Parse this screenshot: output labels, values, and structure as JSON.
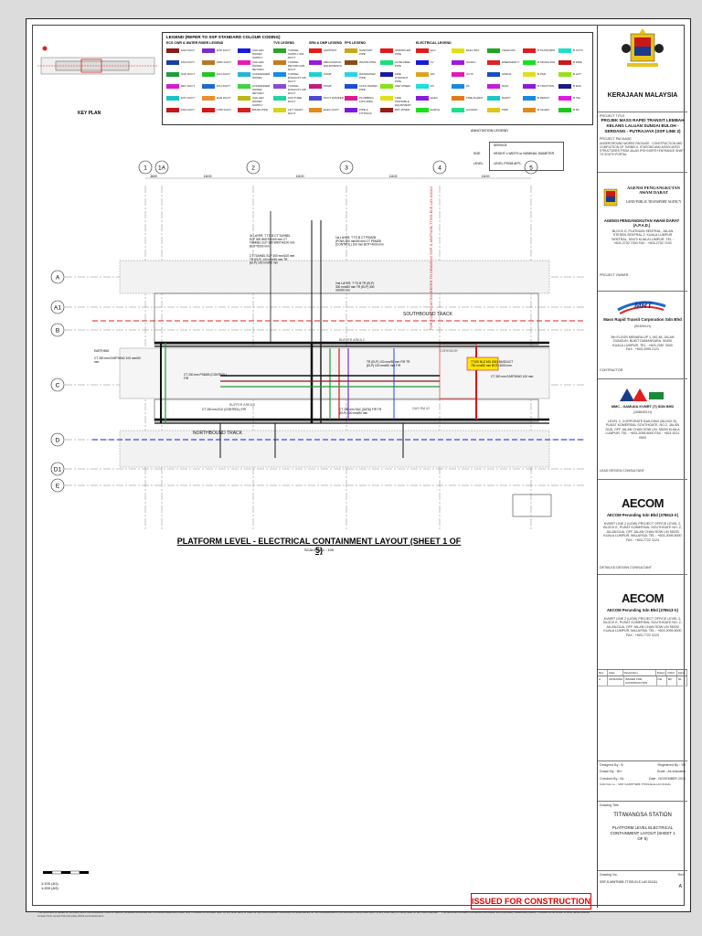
{
  "key_plan": {
    "label": "KEY PLAN"
  },
  "legend": {
    "title": "LEGEND (REFER TO SSP STANDARD COLOUR CODING)",
    "groups": [
      {
        "title": "ECS CWR & WATER RISER LEGEND",
        "items": [
          {
            "label": "FAD DUCT",
            "color": "#8b1a1a"
          },
          {
            "label": "FAD DUCT",
            "color": "#1b3fa0"
          },
          {
            "label": "SUP DUCT",
            "color": "#1e9e3a"
          },
          {
            "label": "RET DUCT",
            "color": "#d41ad4"
          },
          {
            "label": "EXT DUCT",
            "color": "#18c4c4"
          },
          {
            "label": "FAD DUCT",
            "color": "#c41818"
          }
        ]
      },
      {
        "title": "",
        "items": [
          {
            "label": "EXP DUCT",
            "color": "#7a2fc8"
          },
          {
            "label": "SMO DUCT",
            "color": "#b57a2a"
          },
          {
            "label": "FAU DUCT",
            "color": "#25c425"
          },
          {
            "label": "FAU DUCT",
            "color": "#1e6ad4"
          },
          {
            "label": "EAR DUCT",
            "color": "#e8902a"
          },
          {
            "label": "TWD DUCT",
            "color": "#d41818"
          }
        ]
      },
      {
        "title": "",
        "items": [
          {
            "label": "CHILLED WATER SUPPLY",
            "color": "#1a1ae0"
          },
          {
            "label": "CHILLED WATER RETURN",
            "color": "#e81ab4"
          },
          {
            "label": "CONDENSER WATER",
            "color": "#21b8d4"
          },
          {
            "label": "CONDENSER WATER RETURN",
            "color": "#41d441"
          },
          {
            "label": "CHILLED WATER SUPPLY",
            "color": "#b8b818"
          },
          {
            "label": "DRAIN PIPE",
            "color": "#d42121"
          }
        ]
      },
      {
        "title": "TVS LEGEND",
        "items": [
          {
            "label": "TUNNEL SUPPLY AIR DUCT",
            "color": "#2aa52a"
          },
          {
            "label": "TUNNEL RETURN AIR DUCT",
            "color": "#c87a21"
          },
          {
            "label": "TUNNEL EXHAUST AIR DUCT",
            "color": "#1a8be0"
          },
          {
            "label": "TUNNEL EXHAUST AIR DUCT",
            "color": "#8a4ad4"
          },
          {
            "label": "FAN FUME DUCT",
            "color": "#21d4a0"
          },
          {
            "label": "LIFT SHAFT DUCT",
            "color": "#d4d421"
          }
        ]
      },
      {
        "title": "SRN & DMP LEGEND",
        "items": [
          {
            "label": "SUPPORT",
            "color": "#e81a1a"
          },
          {
            "label": "MECHANICAL EQUIPMENTS",
            "color": "#9a1ae0"
          },
          {
            "label": "SUMP",
            "color": "#1ad4d4"
          },
          {
            "label": "PUMP",
            "color": "#c81a7a"
          },
          {
            "label": "DUCT DAMPER",
            "color": "#4a4ad4"
          },
          {
            "label": "ELEC DUCT",
            "color": "#e88a1a"
          }
        ]
      },
      {
        "title": "FPS LEGEND",
        "items": [
          {
            "label": "SANITARY PIPE",
            "color": "#c8a81a"
          },
          {
            "label": "WASTE PIPE",
            "color": "#8a4a1a"
          },
          {
            "label": "RAINWATER PIPE",
            "color": "#2ad4e0"
          },
          {
            "label": "COLD WATER PIPE",
            "color": "#1a4ae0"
          },
          {
            "label": "PLUMBING FIXTURES",
            "color": "#e01a8a"
          },
          {
            "label": "PIPE & FITTINGS",
            "color": "#7a1ae0"
          }
        ]
      },
      {
        "title": "",
        "items": [
          {
            "label": "SPRINKLER PIPE",
            "color": "#e01a1a"
          },
          {
            "label": "HOSE REEL PIPE",
            "color": "#1ae07a"
          },
          {
            "label": "FIRE HYDRANT PIPE",
            "color": "#1a1a9a"
          },
          {
            "label": "WET RISER",
            "color": "#8ae01a"
          },
          {
            "label": "FIRE PORTABLE EQUIPMENT",
            "color": "#e0e01a"
          },
          {
            "label": "DRY RISER",
            "color": "#9a1a1a"
          }
        ]
      },
      {
        "title": "ELECTRICAL LEGEND",
        "items": [
          {
            "label": "ELV",
            "color": "#e01a1a"
          },
          {
            "label": "LV",
            "color": "#1a1ae0"
          },
          {
            "label": "MV",
            "color": "#e0a01a"
          },
          {
            "label": "HV",
            "color": "#1ae0e0"
          },
          {
            "label": "ELEC",
            "color": "#8a1ae0"
          },
          {
            "label": "EARTH",
            "color": "#1ae01a"
          }
        ]
      },
      {
        "title": "",
        "items": [
          {
            "label": "ELEC BAY",
            "color": "#e0e01a"
          },
          {
            "label": "SCADA",
            "color": "#a01ae0"
          },
          {
            "label": "CCTV",
            "color": "#e01ab4"
          },
          {
            "label": "PA",
            "color": "#1a8ae0"
          },
          {
            "label": "FIRE ALARM",
            "color": "#e07a1a"
          },
          {
            "label": "ACCESS",
            "color": "#1ae08a"
          }
        ]
      },
      {
        "title": "",
        "items": [
          {
            "label": "TELECOM",
            "color": "#21a521"
          },
          {
            "label": "EMERGENCY",
            "color": "#e02121"
          },
          {
            "label": "SIGNAL",
            "color": "#1a4ac8"
          },
          {
            "label": "DATA",
            "color": "#c81ae0"
          },
          {
            "label": "RADIO",
            "color": "#1ac8c8"
          },
          {
            "label": "PIDS",
            "color": "#e0c81a"
          }
        ]
      },
      {
        "title": "",
        "items": [
          {
            "label": "B PLATFORM",
            "color": "#e01a1a"
          },
          {
            "label": "B SIGNALING",
            "color": "#1ae01a"
          },
          {
            "label": "B PSD",
            "color": "#e0e01a"
          },
          {
            "label": "B TRACTION",
            "color": "#8a1ae0"
          },
          {
            "label": "B DEPOT",
            "color": "#1a8ae0"
          },
          {
            "label": "B SCADA",
            "color": "#e08a1a"
          }
        ]
      },
      {
        "title": "",
        "items": [
          {
            "label": "B CCTV",
            "color": "#1ae0c8"
          },
          {
            "label": "B FIRE",
            "color": "#c81a1a"
          },
          {
            "label": "B LIFT",
            "color": "#9ae01a"
          },
          {
            "label": "B ESC",
            "color": "#1a1a8a"
          },
          {
            "label": "B TEL",
            "color": "#e01ae0"
          },
          {
            "label": "B PA",
            "color": "#1ac81a"
          }
        ]
      }
    ]
  },
  "plan": {
    "grid_cols": [
      "1",
      "1A",
      "2",
      "3",
      "4",
      "5"
    ],
    "grid_rows": [
      "A",
      "A1",
      "B",
      "C",
      "D",
      "D1",
      "E"
    ],
    "col_dims": [
      "3600",
      "11100",
      "11100",
      "11100",
      "11100"
    ],
    "track_sb": "SOUTHBOUND TRACK",
    "track_nb": "NORTHBOUND TRACK",
    "areas": [
      "BUFFER AREA 2",
      "BUFFER AREA 3",
      "CORRIDOR",
      "GAS RM 02"
    ],
    "callouts": [
      "3x LAYER, T TO B CT TUNNEL ELP 300 WIDTH/100 mm CT TUNNEL ELP 300 WIDTH/100 mm BOT=5000 mm",
      "CT TUNNEL ELP 300 mm/100 mm TR (ELP) 100 mm/50 mm TR (ELP) 100 mm/50 mm",
      "1st LAYER, T TO B CT PSMZB (POW) 100 mm/50 mm CT PSMZB (CONTROL) 100 mm BOT=4000 mm",
      "2nd LAYER, T TO B TR (ELP) 300 mm/60 mm TR (ELP) 300 mm/60 mm",
      "EARTHING",
      "CT 300 mm EARTHING 100 mm/50 mm",
      "CT 200 mm PSMZB (CONTROL) F/R",
      "TR (ELP) 100 mm/50 mm F/R TR (ELP) 100 mm/50 mm F/R",
      "CT 200 mm SAC (DATA) F/R TR (ELP) 100 mm/50 mm",
      "CT 200 mm ELV (CONTROL) F/R",
      "CT 300 mm EARTHING 100 mm",
      "TTISS BLD MD 0001 BUSDUCT 750 mm/60 mm BOT=3000 mm"
    ],
    "axis_text": "FOR CONTINUATION REFER TO DRAWING SSP-S-MWTNDB-TTISS-ELE-LAY-011112"
  },
  "plan_title": "PLATFORM LEVEL - ELECTRICAL CONTAINMENT LAYOUT (SHEET 1 OF 5)",
  "plan_scale": "SCALE A1 1 : 100",
  "scale_bar": [
    "1:100 (A1)",
    "1:200 (A3)"
  ],
  "issued": "ISSUED FOR CONSTRUCTION",
  "notes": "This document is issued for the party which commissioned it and for specific purposes connected with the above-captioned project only. It should not be relied upon by any other party or used for any other purpose. We accept no responsibility for the consequences of this document being relied upon by any other party or being used for any other purpose. ** This document contains confidential information and proprietary intellectual property. It should not be shown to other parties without consent from us and from the party which commissioned it.",
  "title_block": {
    "govt": "KERAJAAN MALAYSIA",
    "project_title_label": "PROJECT TITLE",
    "project_title": "PROJEK MASS RAPID TRANSIT LEMBAH KELANG LALUAN SUNGAI BULOH - SERDANG - PUTRAJAYA (SSP LINE 2)",
    "package_label": "PROJECT PACKAGE",
    "package": "UNDERGROUND WORKS PACKAGE - CONSTRUCTION AND COMPLETION OF TUNNELS, STATIONS AND ASSOCIATED STRUCTURES FROM JALAN IPOH NORTH ENTRANCE SHAFT TO SOUTH PORTAL",
    "apad_name": "AGENSI PENGANGKUTAN AWAM DARAT",
    "apad_name_en": "LAND PUBLIC TRANSPORT AGENCY",
    "apad_full": "AGENSI PENGANGKUTAN AWAM DARAT (A.P.A.D.)",
    "apad_addr": "BLOCK D, PLATINUM SENTRAL, JALAN STESEN SENTRAL 2, KUALA LUMPUR SENTRAL, 50470 KUALA LUMPUR. TEL : +603-2730 7000 FAX : +603-2730 7100",
    "owner_label": "PROJECT OWNER",
    "mrt_logo": "MRT",
    "mrt_name": "Mass Rapid Transit Corporation Sdn Bhd",
    "mrt_reg": "(903094-H)",
    "mrt_addr": "5th FLOOR MENARA UP 1, NO.48, JALAN DUNGUN, BUKIT DAMANSARA, 50490 KUALA LUMPUR. TEL : +603-2087 3000 FAX : +603-2095 2121",
    "contractor_label": "CONTRACTOR",
    "mmc_name": "MMC - GAMUDA KVMRT (T) SDN BHD",
    "mmc_reg": "(1086493-H)",
    "mmc_addr": "LEVEL 2, CORPORATE BUILDING (BLOCK E), PUSAT KOMERSIAL SOUTHGATE, NO.2, JALAN DUA, OFF JALAN CHAN SOW LIN, 55200 KUALA LUMPUR. TEL : +603-2058 8000 FAX : +603-9221 0993",
    "consultant_label": "LEAD DESIGN CONSULTANT",
    "aecom_logo": "AECOM",
    "aecom_name": "AECOM Perunding Sdn Bhd (378613-X)",
    "aecom_addr": "KVMRT LINE 2 (UGW) PROJECT OFFICE LEVEL 2, BLOCK E, PUSAT KOMERSIAL SOUTHGATE NO. 2, JALAN DUA, OFF JALAN CHAN SOW LIN 55200 KUALA LUMPUR, MALAYSIA. TEL : +603-2095 8000 FAX : +603-7722 3124",
    "consultant2_label": "DETAILED DESIGN CONSULTANT",
    "rev_headers": [
      "Rev",
      "Date",
      "Description",
      "Drawn",
      "Chkd",
      "Appd"
    ],
    "rev_row": [
      "A",
      "22/11/2019",
      "ISSUED FOR CONSTRUCTION",
      "NH",
      "FR",
      "NL"
    ],
    "designed_by": "Designed By : B",
    "reg_by": "Registered By : YH",
    "drawn_by": "Drawn By : NH",
    "scale": "Scale : As indicated",
    "checked_by": "Checked By : NL",
    "date": "Date : NOVEMBER 2019",
    "cad_file": "CAD File no. : SSP-S-MWTNDB-TTISS-ELE-LAY-011111",
    "drawing_title_label": "Drawing Title",
    "station": "TITIWANGSA STATION",
    "dwg_title": "PLATFORM LEVEL ELECTRICAL CONTAINMENT LAYOUT (SHEET 1 OF 5)",
    "dwg_no_label": "Drawing No.",
    "dwg_no": "SSP-S-MWTNDB-TTISS-ELE-LAY-011111",
    "rev_label": "Rev",
    "rev": "A",
    "annotation_legend": "ANNOTATION LEGEND",
    "service": "SERVICE",
    "size": "SIZE",
    "size_val": "HEIGHT x WIDTH or NOMINAL DIAMETER",
    "level": "LEVEL",
    "level_val": "LEVEL FROM AFFL"
  }
}
